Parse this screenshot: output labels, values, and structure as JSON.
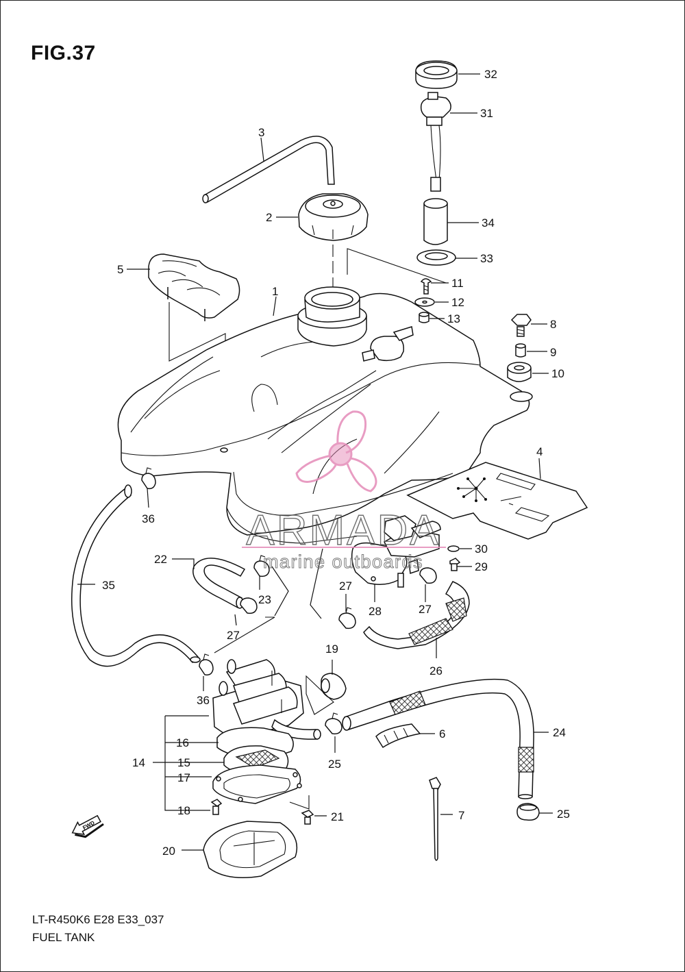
{
  "figure": {
    "title": "FIG.37",
    "model_code": "LT-R450K6 E28 E33_037",
    "section_name": "FUEL TANK"
  },
  "watermark": {
    "brand": "ARMADA",
    "tagline": "marine outboards",
    "color": "#e48bb8"
  },
  "fwd_label": "FWD",
  "callouts": {
    "c1": "1",
    "c2": "2",
    "c3": "3",
    "c4": "4",
    "c5": "5",
    "c6": "6",
    "c7": "7",
    "c8": "8",
    "c9": "9",
    "c10": "10",
    "c11": "11",
    "c12": "12",
    "c13": "13",
    "c14": "14",
    "c15": "15",
    "c16": "16",
    "c17": "17",
    "c18": "18",
    "c19": "19",
    "c20": "20",
    "c21": "21",
    "c22": "22",
    "c23": "23",
    "c24": "24",
    "c25a": "25",
    "c25b": "25",
    "c26": "26",
    "c27a": "27",
    "c27b": "27",
    "c27c": "27",
    "c28": "28",
    "c29": "29",
    "c30": "30",
    "c31": "31",
    "c32": "32",
    "c33": "33",
    "c34": "34",
    "c35": "35",
    "c36a": "36",
    "c36b": "36"
  },
  "colors": {
    "line": "#111111",
    "background": "#ffffff"
  }
}
